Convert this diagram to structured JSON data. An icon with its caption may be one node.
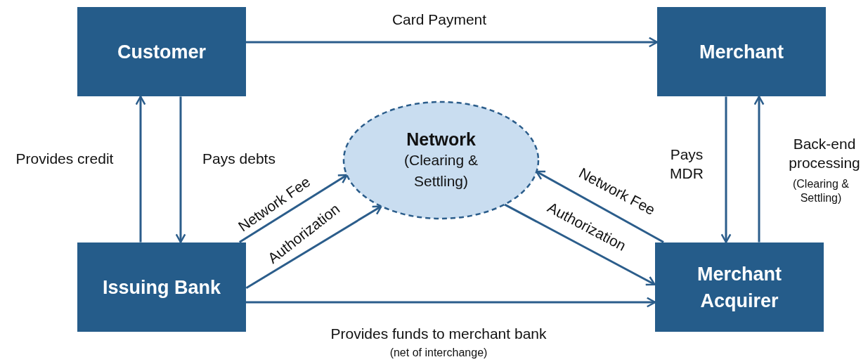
{
  "diagram": {
    "nodes": [
      {
        "text": [
          "Customer"
        ]
      },
      {
        "text": [
          "Merchant"
        ]
      },
      {
        "text": [
          "Network",
          "(Clearing & Settling)"
        ]
      },
      {
        "text": [
          "Issuing Bank"
        ]
      },
      {
        "text": [
          "Merchant Acquirer"
        ]
      }
    ],
    "edges": [
      {
        "from": 0,
        "to": 1,
        "arrow": "to",
        "label": "Card Payment"
      },
      {
        "from": 3,
        "to": 0,
        "arrow": "to",
        "label": "Provides credit"
      },
      {
        "from": 0,
        "to": 3,
        "arrow": "to",
        "label": "Pays debts"
      },
      {
        "from": 3,
        "to": 2,
        "arrow": "to",
        "label": "Network Fee"
      },
      {
        "from": 3,
        "to": 2,
        "arrow": "to",
        "label": "Authorization"
      },
      {
        "from": 2,
        "to": 4,
        "arrow": "to",
        "label": "Authorization"
      },
      {
        "from": 4,
        "to": 2,
        "arrow": "to",
        "label": "Network Fee"
      },
      {
        "from": 3,
        "to": 4,
        "arrow": "to",
        "label": "Provides funds to merchant bank"
      },
      {
        "from": 1,
        "to": 4,
        "arrow": "to",
        "label": "Pays MDR"
      },
      {
        "from": 4,
        "to": 1,
        "arrow": "to",
        "label": "Back-end processing"
      }
    ],
    "labels": [
      "(net of interchange)",
      "(Clearing & Settling)"
    ]
  }
}
